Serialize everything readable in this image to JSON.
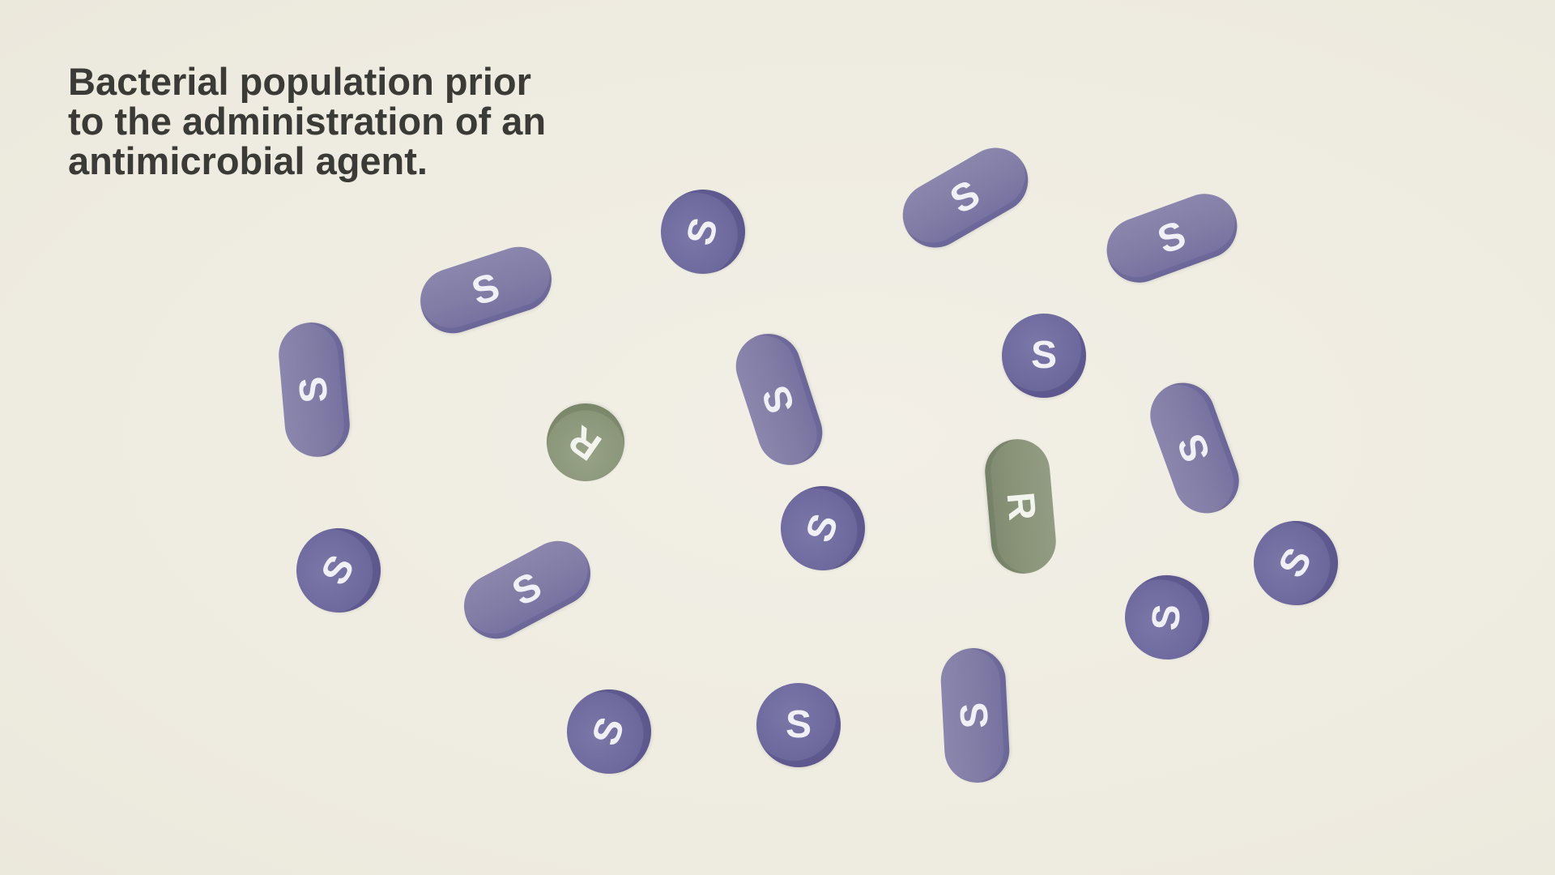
{
  "caption": {
    "line1": "Bacterial population prior",
    "line2": "to the administration of an",
    "line3": "antimicrobial agent."
  },
  "colors": {
    "background": "#efece2",
    "susceptible": "#6f6a9e",
    "resistant": "#8a9479",
    "caption_text": "#3a3a36"
  },
  "legend_counts": {
    "susceptible_label": "S",
    "resistant_label": "R"
  },
  "bacteria": [
    {
      "label": "S",
      "shape": "coccus",
      "type": "susceptible"
    },
    {
      "label": "S",
      "shape": "rod",
      "type": "susceptible"
    },
    {
      "label": "S",
      "shape": "rod",
      "type": "susceptible"
    },
    {
      "label": "S",
      "shape": "rod",
      "type": "susceptible"
    },
    {
      "label": "S",
      "shape": "rod",
      "type": "susceptible"
    },
    {
      "label": "S",
      "shape": "coccus",
      "type": "susceptible"
    },
    {
      "label": "R",
      "shape": "coccus",
      "type": "resistant"
    },
    {
      "label": "S",
      "shape": "rod",
      "type": "susceptible"
    },
    {
      "label": "S",
      "shape": "rod",
      "type": "susceptible"
    },
    {
      "label": "R",
      "shape": "rod",
      "type": "resistant"
    },
    {
      "label": "S",
      "shape": "coccus",
      "type": "susceptible"
    },
    {
      "label": "S",
      "shape": "coccus",
      "type": "susceptible"
    },
    {
      "label": "S",
      "shape": "rod",
      "type": "susceptible"
    },
    {
      "label": "S",
      "shape": "coccus",
      "type": "susceptible"
    },
    {
      "label": "S",
      "shape": "coccus",
      "type": "susceptible"
    },
    {
      "label": "S",
      "shape": "coccus",
      "type": "susceptible"
    },
    {
      "label": "S",
      "shape": "coccus",
      "type": "susceptible"
    },
    {
      "label": "S",
      "shape": "rod",
      "type": "susceptible"
    }
  ]
}
